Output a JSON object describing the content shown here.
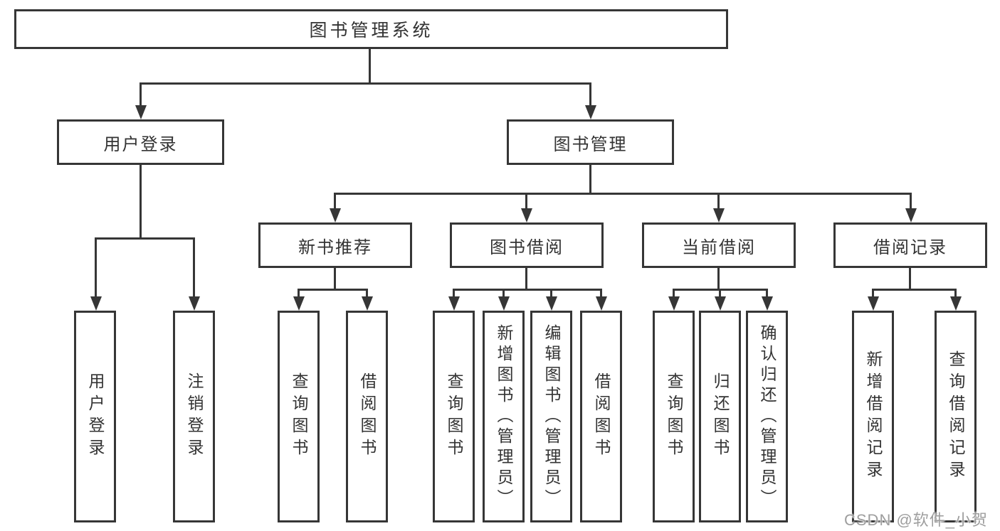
{
  "org_tree": {
    "root": {
      "label": "图书管理系统"
    },
    "branches": [
      {
        "label": "用户登录",
        "leaves": [
          {
            "label": "用户登录"
          },
          {
            "label": "注销登录"
          }
        ]
      },
      {
        "label": "图书管理",
        "groups": [
          {
            "label": "新书推荐",
            "leaves": [
              {
                "label": "查询图书"
              },
              {
                "label": "借阅图书"
              }
            ]
          },
          {
            "label": "图书借阅",
            "leaves": [
              {
                "label": "查询图书"
              },
              {
                "label": "新增图书（管理员）"
              },
              {
                "label": "编辑图书（管理员）"
              },
              {
                "label": "借阅图书"
              }
            ]
          },
          {
            "label": "当前借阅",
            "leaves": [
              {
                "label": "查询图书"
              },
              {
                "label": "归还图书"
              },
              {
                "label": "确认归还（管理员）"
              }
            ]
          },
          {
            "label": "借阅记录",
            "leaves": [
              {
                "label": "新增借阅记录"
              },
              {
                "label": "查询借阅记录"
              }
            ]
          }
        ]
      }
    ]
  },
  "watermark": {
    "text": "CSDN @软件_小贺同学"
  },
  "colors": {
    "line": "#363636",
    "text": "#333333",
    "watermark": "#9e9e9e",
    "bg": "#ffffff"
  }
}
